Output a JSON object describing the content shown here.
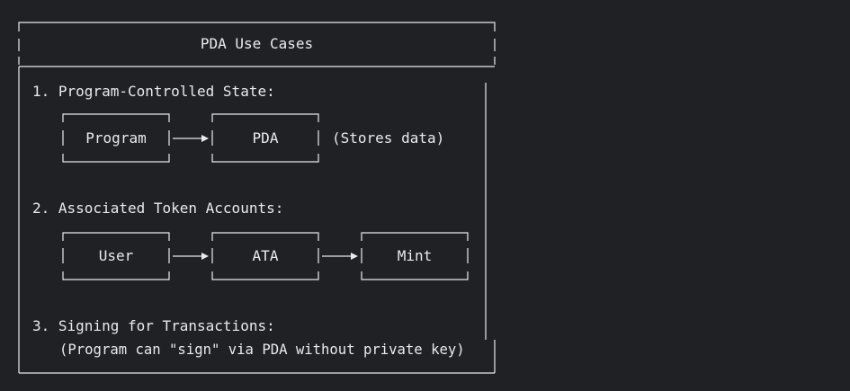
{
  "diagram": {
    "title": "PDA Use Cases",
    "sections": [
      {
        "heading": "1. Program-Controlled State:",
        "boxes": [
          "Program",
          "PDA"
        ],
        "note": "(Stores data)"
      },
      {
        "heading": "2. Associated Token Accounts:",
        "boxes": [
          "User",
          "ATA",
          "Mint"
        ]
      },
      {
        "heading": "3. Signing for Transactions:",
        "detail": "(Program can \"sign\" via PDA without private key)"
      }
    ],
    "colors": {
      "background": "#202124",
      "line": "#e8eaed",
      "text": "#e8eaed"
    }
  }
}
